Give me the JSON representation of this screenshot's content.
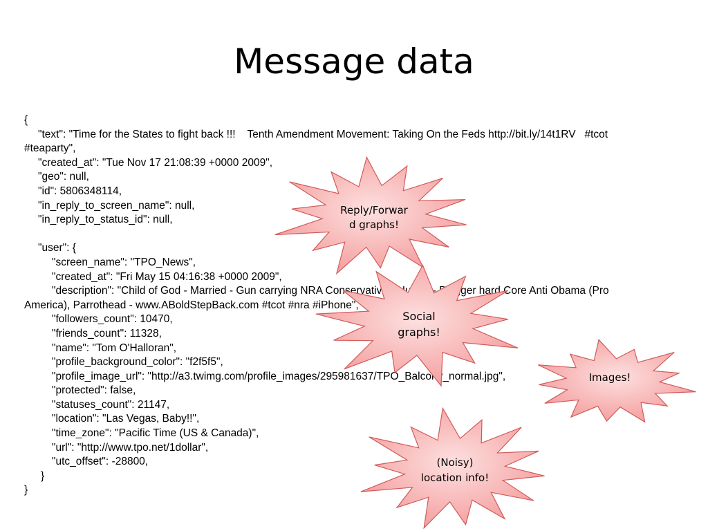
{
  "slide": {
    "title": "Message data",
    "json_lines": [
      "{",
      "\"text\": \"Time for the States to fight back !!!    Tenth Amendment Movement: Taking On the Feds http://bit.ly/14t1RV   #tcot",
      "#teaparty\",",
      "\"created_at\": \"Tue Nov 17 21:08:39 +0000 2009\",",
      "\"geo\": null,",
      "\"id\": 5806348114,",
      "\"in_reply_to_screen_name\": null,",
      "\"in_reply_to_status_id\": null,",
      "",
      "\"user\": {",
      "\"screen_name\": \"TPO_News\",",
      "\"created_at\": \"Fri May 15 04:16:38 +0000 2009\",",
      "\"description\": \"Child of God - Married - Gun carrying NRA Conservative - Hunter - Blogger hard Core Anti Obama (Pro",
      "America), Parrothead - www.ABoldStepBack.com #tcot #nra #iPhone\",",
      "\"followers_count\": 10470,",
      "\"friends_count\": 11328,",
      "\"name\": \"Tom O'Halloran\",",
      "\"profile_background_color\": \"f2f5f5\",",
      "\"profile_image_url\": \"http://a3.twimg.com/profile_images/295981637/TPO_Balcony_normal.jpg\",",
      "\"protected\": false,",
      "\"statuses_count\": 21147,",
      "\"location\": \"Las Vegas, Baby!!\",",
      "\"time_zone\": \"Pacific Time (US & Canada)\",",
      "\"url\": \"http://www.tpo.net/1dollar\",",
      "\"utc_offset\": -28800,",
      "}",
      "}"
    ]
  },
  "callouts": {
    "reply_forward": "Reply/Forwar\nd graphs!",
    "social": "Social\ngraphs!",
    "images": "Images!",
    "location": "(Noisy)\nlocation info!"
  },
  "colors": {
    "burst_fill_light": "#fde0e0",
    "burst_fill_dark": "#f49a9a",
    "burst_stroke": "#d25a5a"
  }
}
